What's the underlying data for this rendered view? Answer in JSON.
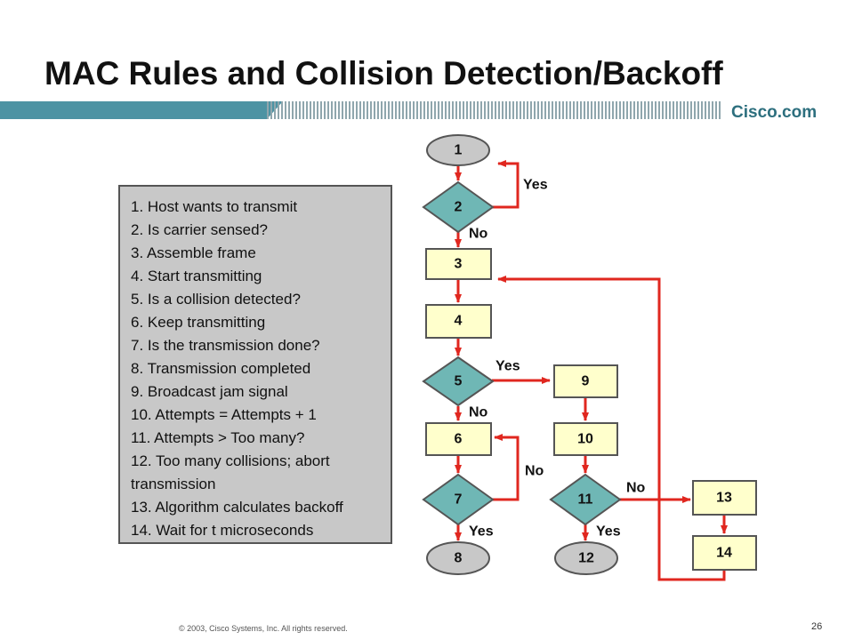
{
  "slide": {
    "title": "MAC Rules and Collision Detection/Backoff",
    "brand": "Cisco.com",
    "copyright": "© 2003, Cisco Systems, Inc. All rights reserved.",
    "page_number": "26"
  },
  "colors": {
    "banner_teal": "#4d93a3",
    "start_end_oval": "#c8c8c8",
    "decision_diamond": "#6fb7b5",
    "process_box": "#ffffcc",
    "arrow": "#e0271f",
    "legend_panel": "#c8c8c8"
  },
  "steps": [
    "1. Host wants to transmit",
    "2. Is carrier sensed?",
    "3. Assemble frame",
    "4. Start transmitting",
    "5. Is a collision detected?",
    "6. Keep transmitting",
    "7. Is the transmission done?",
    "8. Transmission completed",
    "9. Broadcast jam signal",
    "10. Attempts = Attempts + 1",
    "11. Attempts > Too many?",
    "12. Too many collisions; abort",
    "transmission",
    "13. Algorithm calculates backoff",
    "14. Wait for t microseconds"
  ],
  "flowchart": {
    "nodes": [
      {
        "id": "n1",
        "label": "1",
        "shape": "oval"
      },
      {
        "id": "n2",
        "label": "2",
        "shape": "diamond"
      },
      {
        "id": "n3",
        "label": "3",
        "shape": "box"
      },
      {
        "id": "n4",
        "label": "4",
        "shape": "box"
      },
      {
        "id": "n5",
        "label": "5",
        "shape": "diamond"
      },
      {
        "id": "n6",
        "label": "6",
        "shape": "box"
      },
      {
        "id": "n7",
        "label": "7",
        "shape": "diamond"
      },
      {
        "id": "n8",
        "label": "8",
        "shape": "oval"
      },
      {
        "id": "n9",
        "label": "9",
        "shape": "box"
      },
      {
        "id": "n10",
        "label": "10",
        "shape": "box"
      },
      {
        "id": "n11",
        "label": "11",
        "shape": "diamond"
      },
      {
        "id": "n12",
        "label": "12",
        "shape": "oval"
      },
      {
        "id": "n13",
        "label": "13",
        "shape": "box"
      },
      {
        "id": "n14",
        "label": "14",
        "shape": "box"
      }
    ],
    "edge_labels": {
      "n2_yes": "Yes",
      "n2_no": "No",
      "n5_yes": "Yes",
      "n5_no": "No",
      "n7_no": "No",
      "n7_yes": "Yes",
      "n11_no": "No",
      "n11_yes": "Yes"
    }
  }
}
